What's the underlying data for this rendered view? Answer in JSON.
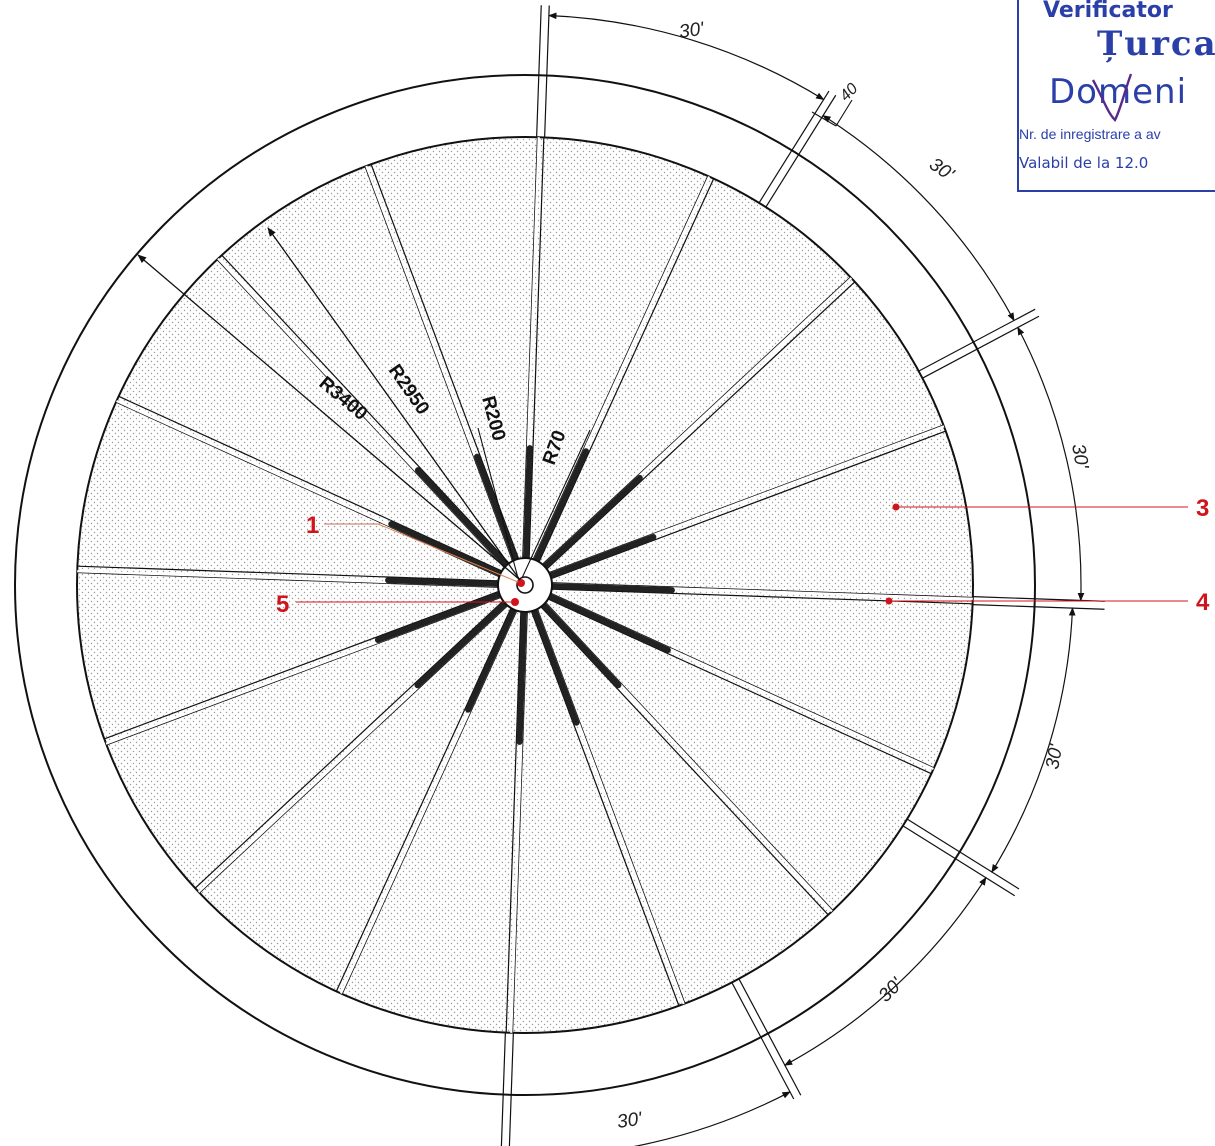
{
  "drawing": {
    "top_angle_label": "30'",
    "gap_label": "40",
    "sector_labels": [
      "30'",
      "30'",
      "30'",
      "30'",
      "30'"
    ],
    "radius_labels": [
      "R3400",
      "R2950",
      "R200",
      "R70"
    ],
    "callouts": [
      "1",
      "3",
      "4",
      "5"
    ]
  },
  "stamp": {
    "role": "Verificator",
    "name": "Țurca",
    "domain": "Domeni",
    "registration": "Nr. de inregistrare a av",
    "valid_from": "Valabil de la 12.0"
  }
}
